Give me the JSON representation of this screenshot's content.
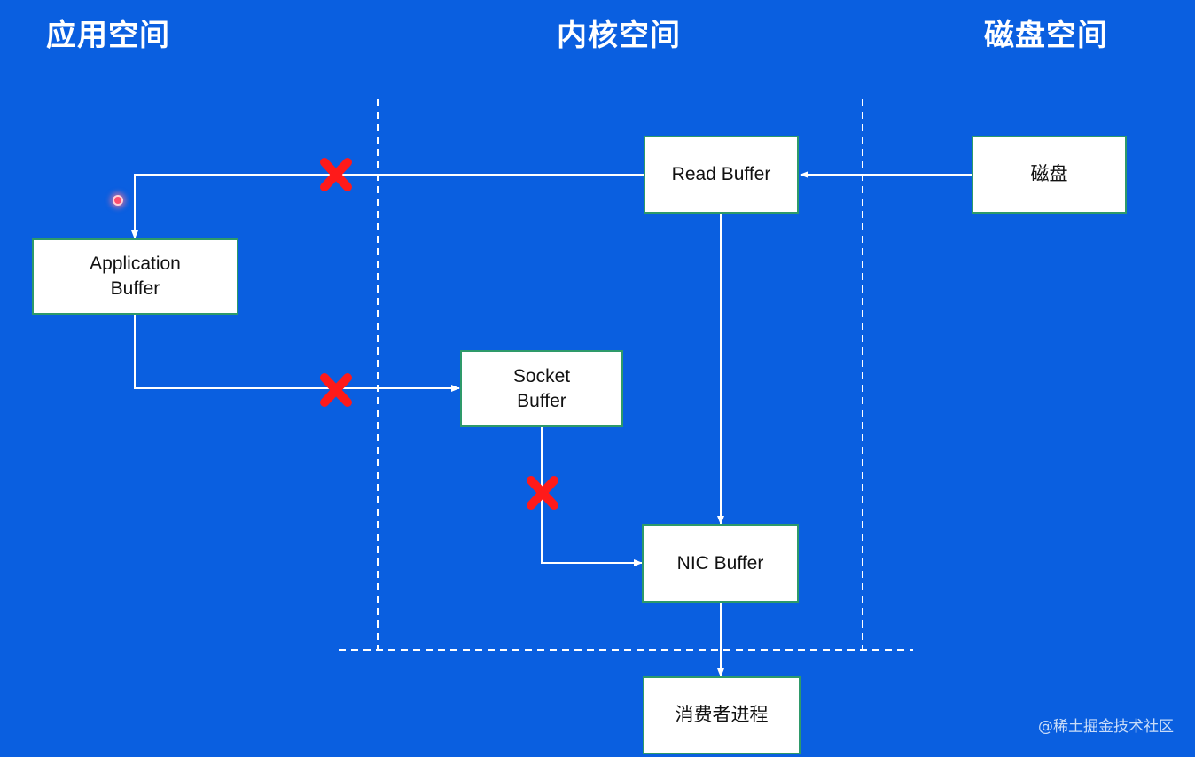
{
  "regions": {
    "app_space": "应用空间",
    "kernel_space": "内核空间",
    "disk_space": "磁盘空间"
  },
  "nodes": {
    "disk": "磁盘",
    "read_buffer": "Read Buffer",
    "application_buffer": "Application\nBuffer",
    "socket_buffer": "Socket\nBuffer",
    "nic_buffer": "NIC Buffer",
    "consumer": "消费者进程"
  },
  "watermark": "@稀土掘金技术社区",
  "colors": {
    "background": "#0a5fe0",
    "box_border": "#2e9a6a",
    "cross": "#ff1a1a",
    "line": "#ffffff"
  }
}
